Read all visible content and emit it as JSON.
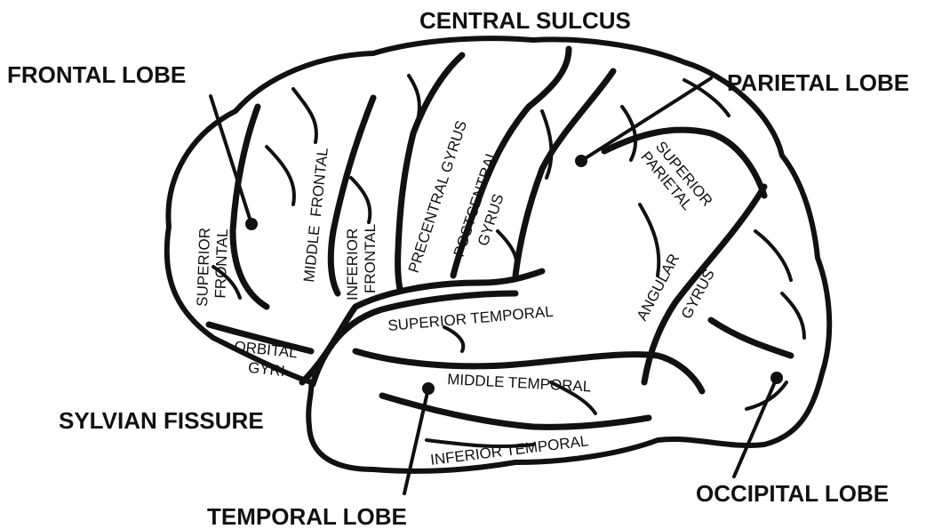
{
  "callouts": {
    "central_sulcus": "CENTRAL SULCUS",
    "frontal_lobe": "FRONTAL LOBE",
    "parietal_lobe": "PARIETAL LOBE",
    "sylvian_fissure": "SYLVIAN FISSURE",
    "temporal_lobe": "TEMPORAL LOBE",
    "occipital_lobe": "OCCIPITAL LOBE"
  },
  "regions": {
    "superior_frontal": [
      "SUPERIOR",
      "FRONTAL"
    ],
    "middle_frontal": [
      "MIDDLE",
      "FRONTAL"
    ],
    "inferior_frontal": [
      "INFERIOR",
      "FRONTAL"
    ],
    "precentral_gyrus": "PRECENTRAL GYRUS",
    "postcentral_gyrus": [
      "POSTCENTRAL",
      "GYRUS"
    ],
    "superior_parietal": [
      "SUPERIOR",
      "PARIETAL"
    ],
    "angular_gyrus": [
      "ANGULAR",
      "GYRUS"
    ],
    "orbital_gyri": [
      "ORBITAL",
      "GYRI"
    ],
    "superior_temporal": "SUPERIOR TEMPORAL",
    "middle_temporal": "MIDDLE TEMPORAL",
    "inferior_temporal": "INFERIOR TEMPORAL"
  }
}
